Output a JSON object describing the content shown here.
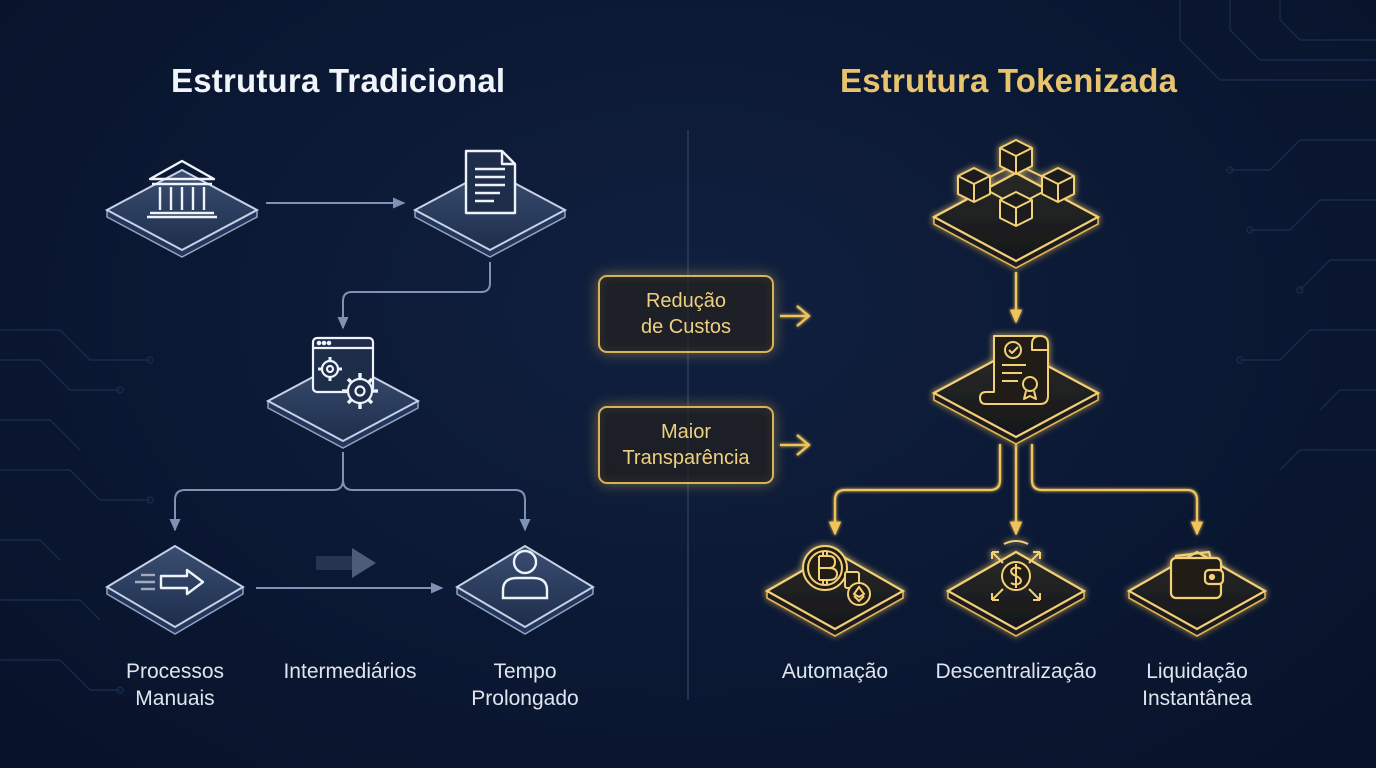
{
  "titles": {
    "traditional": "Estrutura Tradicional",
    "tokenized": "Estrutura Tokenizada"
  },
  "traditional": {
    "nodes": [
      {
        "icon": "bank-icon"
      },
      {
        "icon": "document-icon"
      },
      {
        "icon": "gear-window-icon"
      },
      {
        "icon": "arrow-right-icon"
      },
      {
        "icon": "user-icon"
      }
    ],
    "labels": {
      "manual_line1": "Processos",
      "manual_line2": "Manuais",
      "intermediaries": "Intermediários",
      "time_line1": "Tempo",
      "time_line2": "Prolongado"
    }
  },
  "tokenized": {
    "nodes": [
      {
        "icon": "blockchain-cubes-icon"
      },
      {
        "icon": "smart-contract-scroll-icon"
      },
      {
        "icon": "bitcoin-ethereum-coins-icon"
      },
      {
        "icon": "dollar-decentralized-icon"
      },
      {
        "icon": "wallet-icon"
      }
    ],
    "labels": {
      "automation": "Automação",
      "decentralization": "Descentralização",
      "settlement_line1": "Liquidação",
      "settlement_line2": "Instantânea"
    }
  },
  "benefits": {
    "cost_line1": "Redução",
    "cost_line2": "de Custos",
    "transparency_line1": "Maior",
    "transparency_line2": "Transparência"
  },
  "colors": {
    "background": "#0b1833",
    "traditional_accent": "#8fa3c4",
    "tokenized_accent": "#f0c45a",
    "title_gold": "#e8c46e"
  }
}
